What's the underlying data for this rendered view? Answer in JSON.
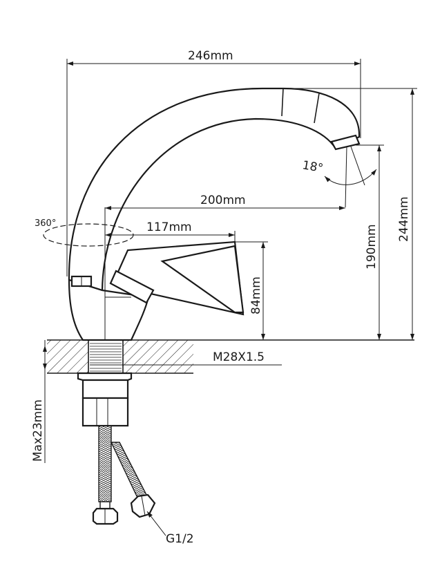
{
  "title": "Faucet dimension drawing",
  "dimensions": {
    "overall_width": "246mm",
    "overall_height": "244mm",
    "spout_reach": "200mm",
    "spout_height": "190mm",
    "handle_reach": "117mm",
    "handle_height": "84mm",
    "aerator_angle": "18°",
    "rotation": "360°",
    "thread": "M28X1.5",
    "max_counter_thickness": "Max23mm",
    "hose_connection": "G1/2"
  },
  "colors": {
    "line": "#1a1a1a",
    "background": "#ffffff"
  }
}
